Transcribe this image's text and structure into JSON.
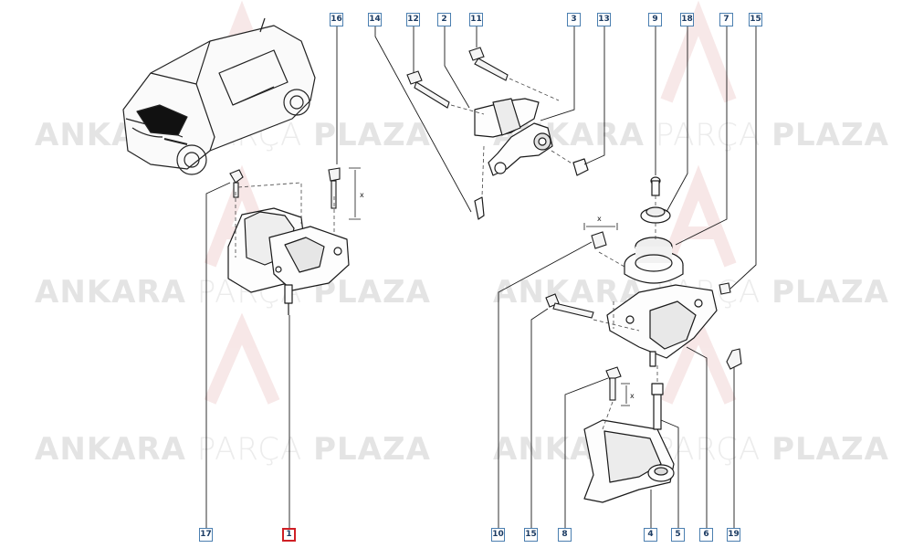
{
  "watermark": {
    "word1": "ANKARA",
    "word2": "PARÇA",
    "word3": "PLAZA"
  },
  "labels": [
    "16",
    "14",
    "12",
    "2",
    "11",
    "3",
    "13",
    "9",
    "18",
    "7",
    "15",
    "17",
    "1",
    "10",
    "15",
    "8",
    "4",
    "5",
    "6",
    "19"
  ],
  "dim_mark": "x",
  "colors": {
    "label_border": "#4b7fb0",
    "highlight_border": "#cf1f25",
    "line": "#1a1a1a",
    "watermark": "#e4e4e4"
  }
}
